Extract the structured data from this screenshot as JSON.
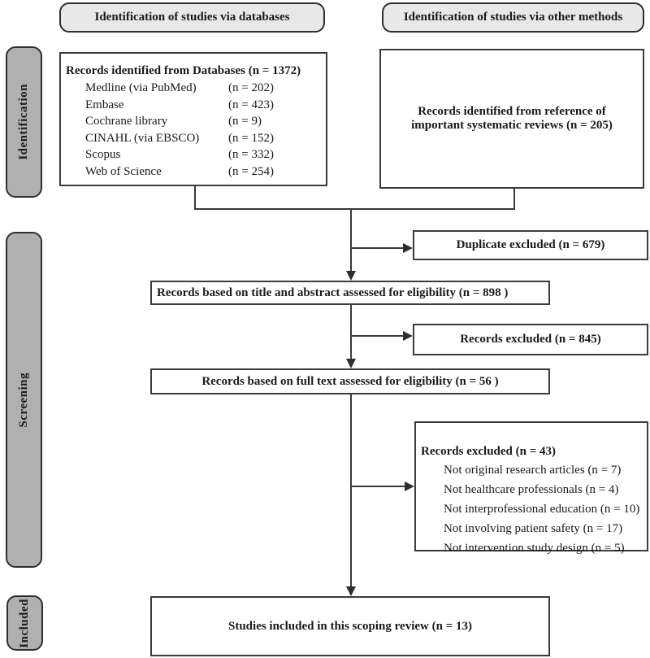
{
  "headers": {
    "databases": "Identification of studies via databases",
    "other_methods": "Identification of studies via other methods"
  },
  "stages": {
    "identification": "Identification",
    "screening": "Screening",
    "included": "Included"
  },
  "boxes": {
    "records_databases": {
      "title": "Records identified from Databases (n = 1372)",
      "items": [
        {
          "label": "Medline (via PubMed)",
          "value": "(n = 202)"
        },
        {
          "label": "Embase",
          "value": "(n = 423)"
        },
        {
          "label": "Cochrane library",
          "value": "(n = 9)"
        },
        {
          "label": "CINAHL (via EBSCO)",
          "value": "(n = 152)"
        },
        {
          "label": "Scopus",
          "value": "(n = 332)"
        },
        {
          "label": "Web of Science",
          "value": "(n = 254)"
        }
      ]
    },
    "records_references": "Records identified from reference of important systematic reviews (n = 205)",
    "duplicate_excluded": "Duplicate excluded (n = 679)",
    "title_abstract": "Records based on title and abstract assessed for eligibility (n = 898 )",
    "records_excluded_845": "Records excluded (n = 845)",
    "full_text": "Records based on full text assessed for eligibility (n = 56 )",
    "records_excluded_43": {
      "title": "Records excluded (n = 43)",
      "items": [
        "Not original research articles (n = 7)",
        "Not healthcare professionals (n = 4)",
        "Not interprofessional education (n = 10)",
        "Not involving patient safety (n = 17)",
        "Not intervention study design (n = 5)"
      ]
    },
    "included_studies": "Studies included in this scoping review (n = 13)"
  },
  "colors": {
    "header_fill": "#e8e8e8",
    "stage_fill": "#b0b0b0",
    "border": "#2e2e2e",
    "line": "#3a3a3a",
    "text": "#1a1a1a",
    "box_fill": "#ffffff"
  }
}
